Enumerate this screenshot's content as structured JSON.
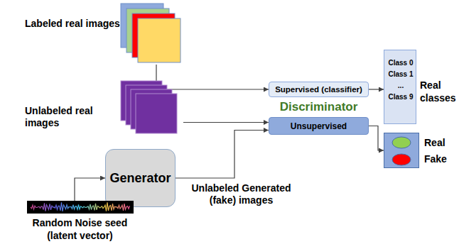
{
  "diagram": {
    "nodes": [
      {
        "text": [
          "Labeled real images"
        ]
      },
      {
        "text": [
          "Unlabeled real images"
        ]
      },
      {
        "text": [
          "Generator"
        ]
      },
      {
        "text": [
          "Random Noise seed (latent vector)"
        ]
      },
      {
        "text": [
          "Discriminator"
        ]
      },
      {
        "text": [
          "Supervised (classifier)"
        ],
        "in": 4
      },
      {
        "text": [
          "Unsupervised"
        ],
        "in": 4
      },
      {
        "text": [
          "Class 0",
          "Class 1",
          "...",
          "Class 9",
          "Real classes"
        ]
      },
      {
        "text": [
          "Real",
          "Fake"
        ]
      }
    ],
    "edges": [
      {
        "from": 0,
        "to": 5,
        "arrow": "to"
      },
      {
        "from": 1,
        "to": 6,
        "arrow": "to"
      },
      {
        "from": 2,
        "to": 6,
        "arrow": "to",
        "label": "Unlabeled Generated (fake) images"
      },
      {
        "from": 3,
        "to": 2,
        "arrow": "to"
      },
      {
        "from": 5,
        "to": 7,
        "arrow": "to"
      },
      {
        "from": 6,
        "to": 8,
        "arrow": "to"
      }
    ]
  }
}
